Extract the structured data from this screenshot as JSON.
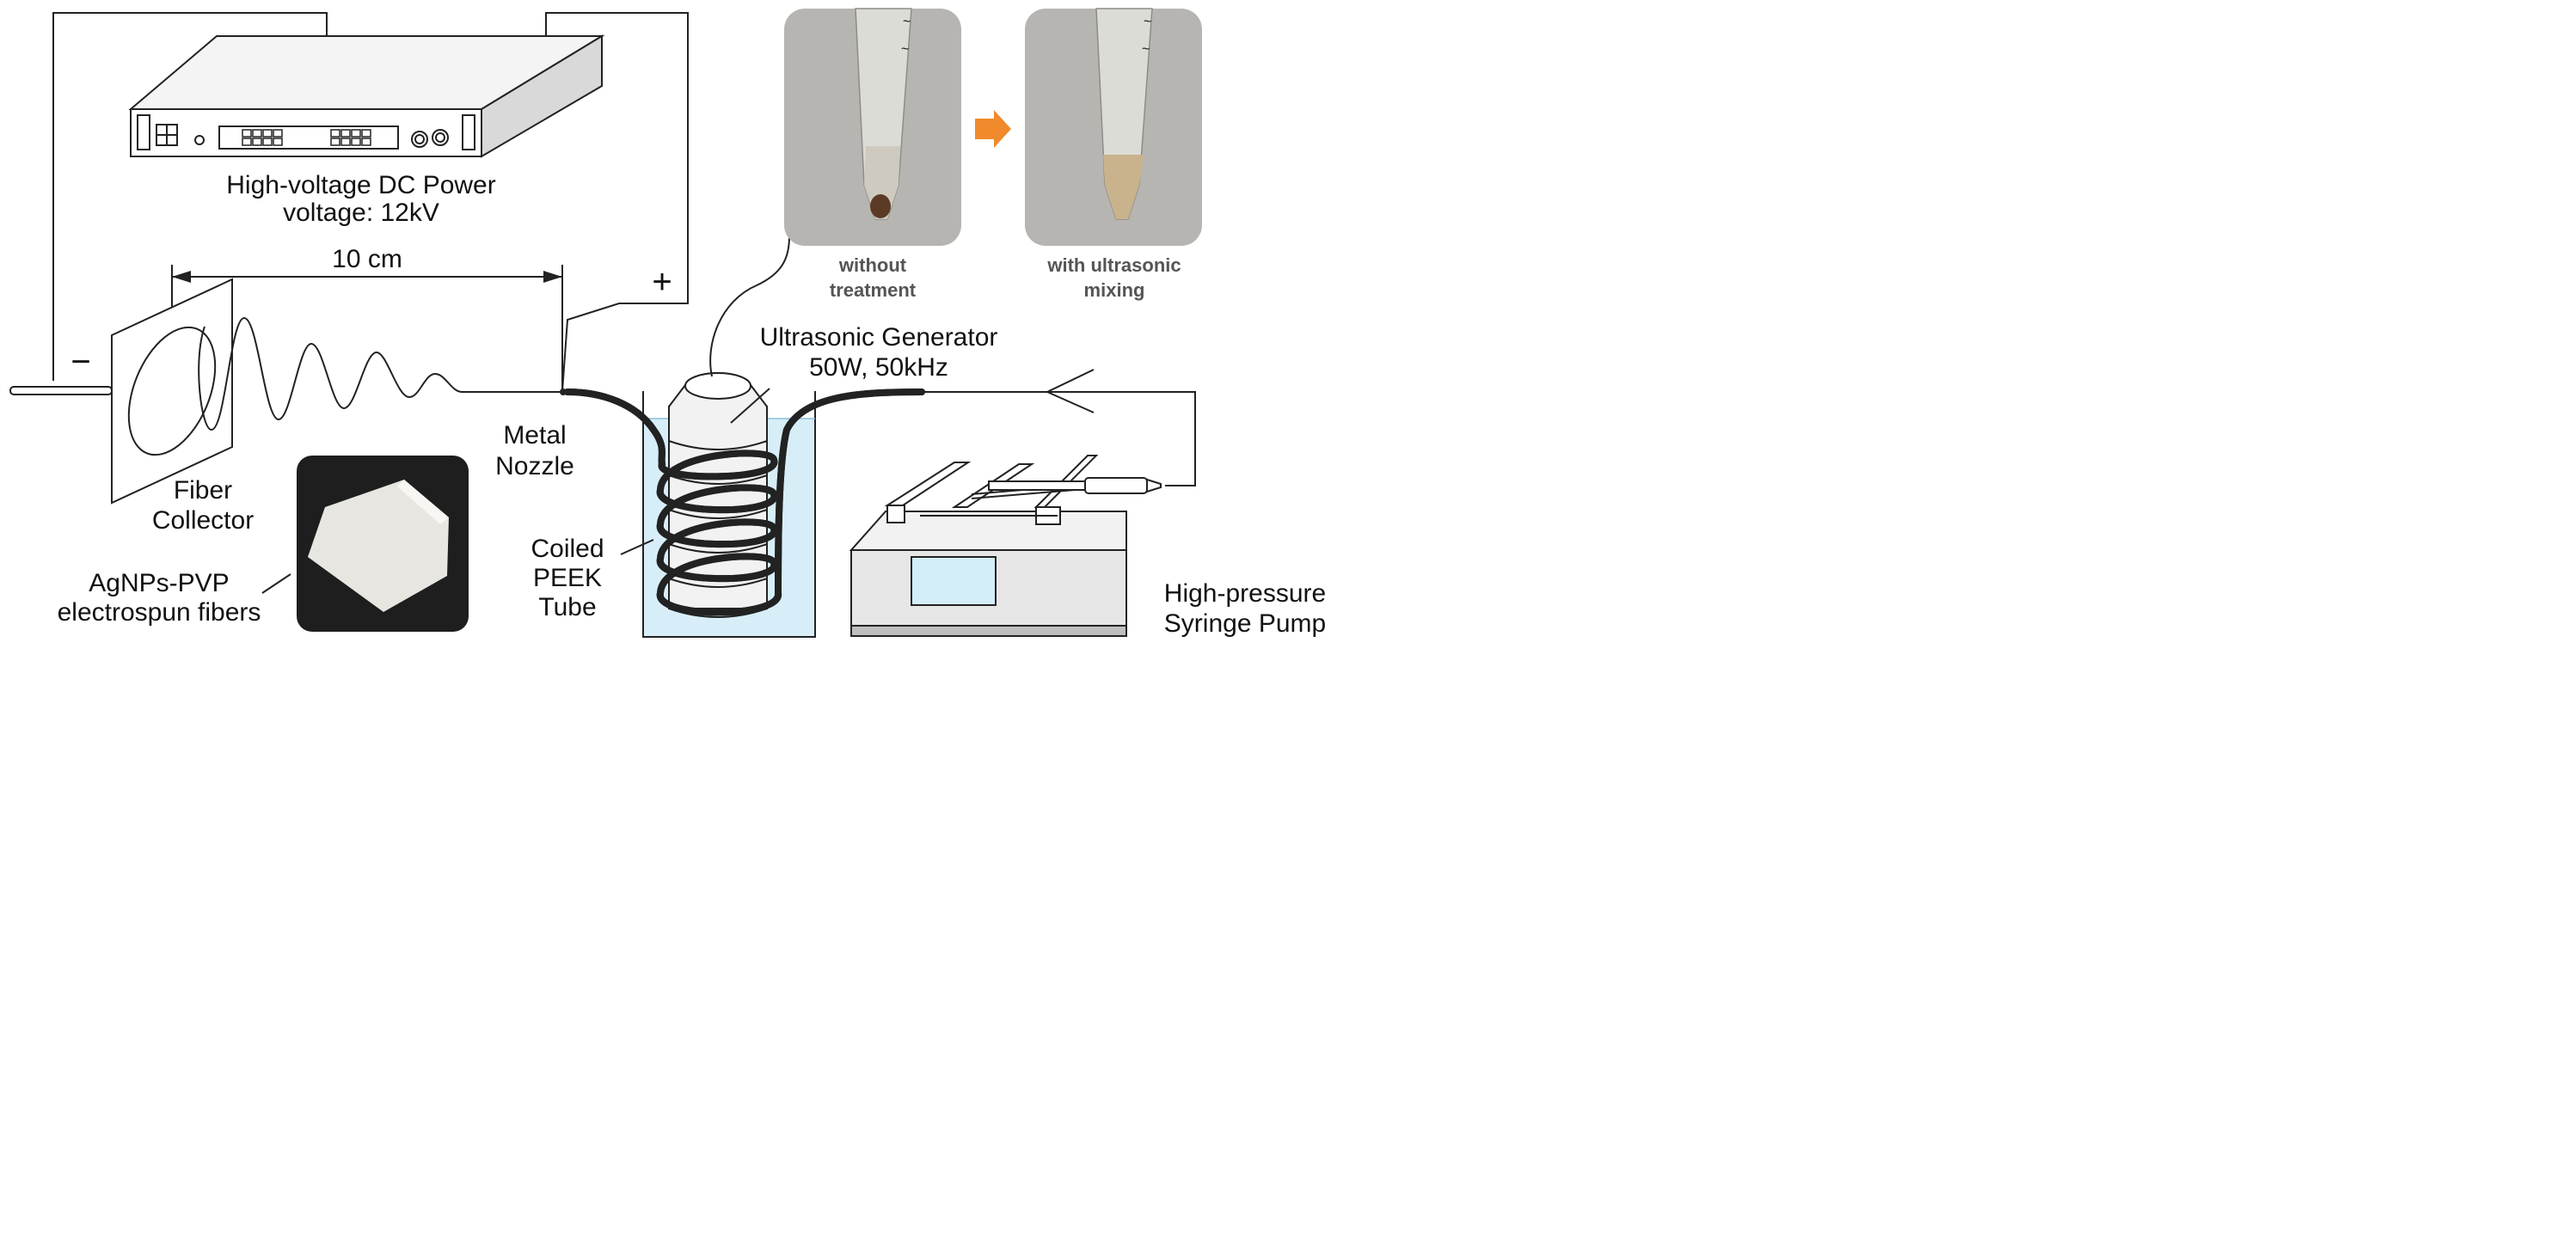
{
  "power_supply": {
    "line1": "High-voltage DC Power",
    "line2": "voltage: 12kV"
  },
  "distance": "10 cm",
  "polarity": {
    "positive": "+",
    "negative": "−"
  },
  "fiber_collector": {
    "line1": "Fiber",
    "line2": "Collector"
  },
  "metal_nozzle": {
    "line1": "Metal",
    "line2": "Nozzle"
  },
  "fibers": {
    "line1": "AgNPs-PVP",
    "line2": "electrospun fibers"
  },
  "coiled_tube": {
    "line1": "Coiled",
    "line2": "PEEK",
    "line3": "Tube"
  },
  "ultrasonic": {
    "line1": "Ultrasonic Generator",
    "line2": "50W, 50kHz"
  },
  "syringe_pump": {
    "line1": "High-pressure",
    "line2": "Syringe Pump"
  },
  "photo_before": {
    "line1": "without",
    "line2": "treatment"
  },
  "photo_after": {
    "line1": "with ultrasonic",
    "line2": "mixing"
  },
  "colors": {
    "line": "#222222",
    "arrow_orange": "#f08a2c",
    "water": "#d7eef8",
    "pump_screen": "#d4eef9",
    "photo_bg": "#b7b5b1"
  }
}
